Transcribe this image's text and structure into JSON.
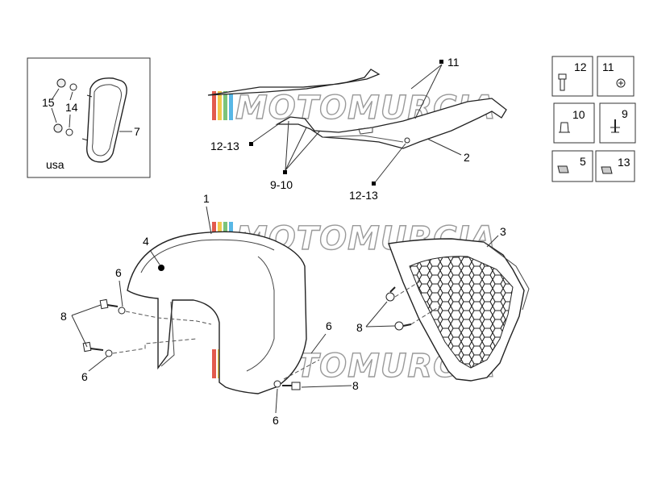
{
  "watermark": {
    "text": "MOTOMURCIA",
    "stripe_colors": [
      "#e25b4d",
      "#f2c94c",
      "#7cc47a",
      "#58b7e6"
    ]
  },
  "callouts": {
    "c1": "1",
    "c2": "2",
    "c3": "3",
    "c4": "4",
    "c5": "5",
    "c7": "7",
    "c6a": "6",
    "c6b": "6",
    "c6c": "6",
    "c6d": "6",
    "c8a": "8",
    "c8b": "8",
    "c8c": "8",
    "c9_10": "9-10",
    "c11": "11",
    "c12_13a": "12-13",
    "c12_13b": "12-13",
    "c14": "14",
    "c15": "15"
  },
  "inset": {
    "region_label": "usa"
  },
  "hardware_legend": [
    {
      "number": "12",
      "icon": "bolt-icon"
    },
    {
      "number": "11",
      "icon": "screw-icon"
    },
    {
      "number": "10",
      "icon": "clip-icon"
    },
    {
      "number": "9",
      "icon": "pin-icon"
    },
    {
      "number": "5",
      "icon": "nut-clip-icon"
    },
    {
      "number": "13",
      "icon": "nut-clip-icon"
    }
  ],
  "colors": {
    "line": "#333333",
    "text": "#000000",
    "watermark": "#9a9a9a"
  }
}
